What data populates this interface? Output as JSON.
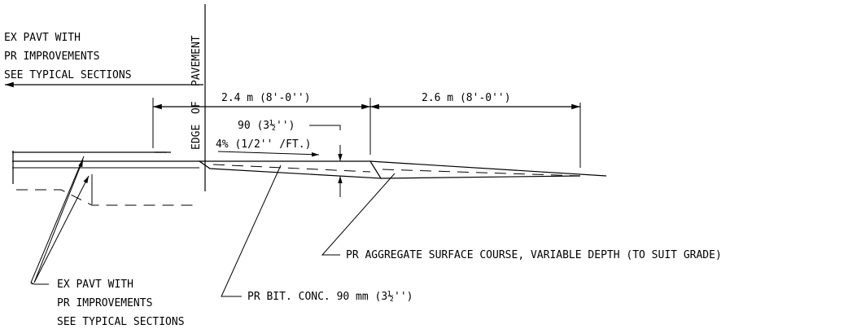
{
  "labels": {
    "ex_pavt_top_1": "EX PAVT WITH",
    "ex_pavt_top_2": "PR IMPROVEMENTS",
    "ex_pavt_top_3": "SEE TYPICAL SECTIONS",
    "edge_of_pavement_1": "EDGE",
    "edge_of_pavement_2": "OF",
    "edge_of_pavement_3": "PAVEMENT",
    "dim_left": "2.4 m (8'-0'')",
    "dim_right": "2.6 m (8'-0'')",
    "thickness": "90 (3½'')",
    "slope": "4% (1/2'' /FT.)",
    "aggregate": "PR AGGREGATE SURFACE COURSE, VARIABLE DEPTH (TO SUIT GRADE)",
    "ex_pavt_bottom_1": "EX PAVT WITH",
    "ex_pavt_bottom_2": "PR IMPROVEMENTS",
    "ex_pavt_bottom_3": "SEE TYPICAL SECTIONS",
    "bit_conc": "PR BIT. CONC. 90 mm (3½'')"
  }
}
